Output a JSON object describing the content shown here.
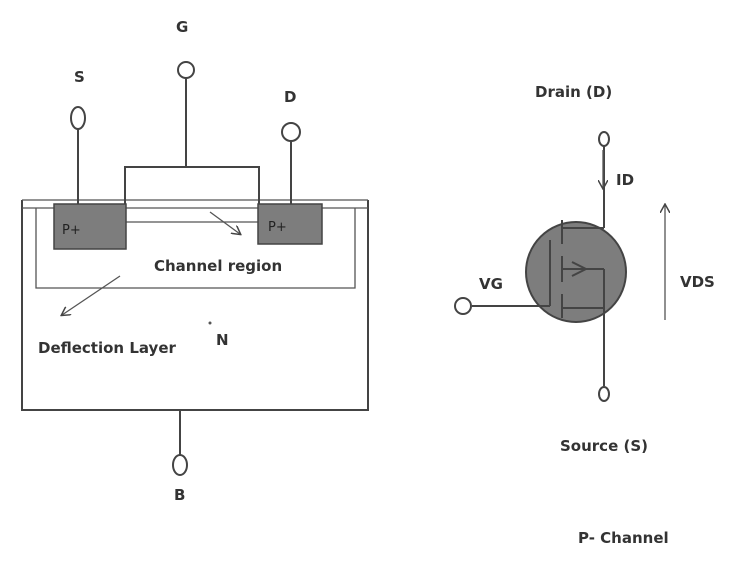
{
  "cross_section": {
    "terminals": {
      "source": "S",
      "gate": "G",
      "drain": "D",
      "body": "B"
    },
    "regions": {
      "source_region": "P+",
      "drain_region": "P+",
      "substrate": "N"
    },
    "annotations": {
      "channel": "Channel region",
      "depletion": "Deflection Layer"
    }
  },
  "symbol": {
    "drain": "Drain (D)",
    "source": "Source (S)",
    "gate": "VG",
    "current": "ID",
    "voltage": "VDS",
    "caption": "P- Channel"
  },
  "colors": {
    "region_fill": "#7d7d7d",
    "line": "#444444",
    "background": "#ffffff"
  }
}
